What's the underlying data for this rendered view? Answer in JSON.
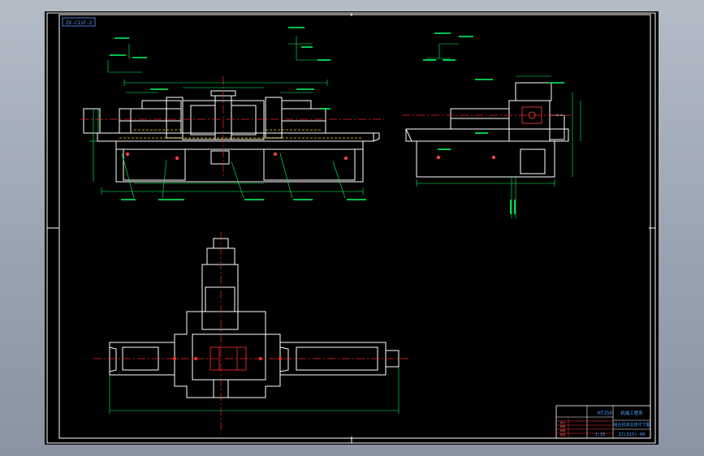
{
  "drawing": {
    "corner_tag": "ZX-C11F-2",
    "title_block": {
      "model": "HT250",
      "school": "机械工程系",
      "drawing_title": "组合机床总体尺寸图",
      "drawing_no": "ZJ(315)-00",
      "row_labels": [
        "设计",
        "校核",
        "审核",
        "批准"
      ],
      "scale": "1:10"
    }
  },
  "colors": {
    "background": "#000000",
    "outline": "#ffffff",
    "centerline": "#ff2020",
    "dimension": "#00ff66",
    "hidden": "#ffd400",
    "border": "#ffffff"
  }
}
